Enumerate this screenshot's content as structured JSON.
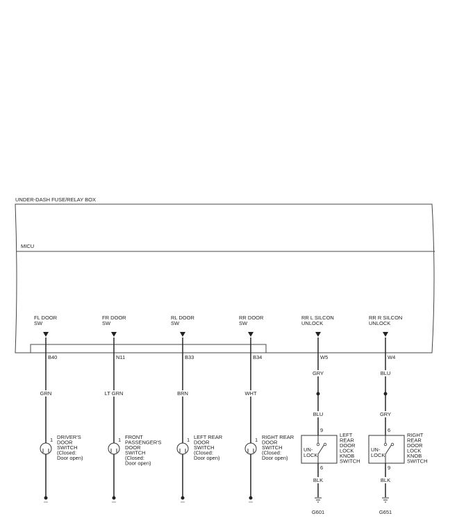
{
  "fuse_box_label": "UNDER-DASH FUSE/RELAY BOX",
  "micu_label": "MICU",
  "switch_circuits": [
    {
      "terminal_name": [
        "FL DOOR",
        "SW"
      ],
      "pin": "B40",
      "wire_color": "GRN",
      "switch_pin": "1",
      "desc": [
        "DRIVER'S",
        "DOOR",
        "SWITCH",
        "(Closed:",
        "Door open)"
      ]
    },
    {
      "terminal_name": [
        "FR DOOR",
        "SW"
      ],
      "pin": "N11",
      "wire_color": "LT GRN",
      "switch_pin": "1",
      "desc": [
        "FRONT",
        "PASSENGER'S",
        "DOOR",
        "SWITCH",
        "(Closed:",
        "Door open)"
      ]
    },
    {
      "terminal_name": [
        "RL DOOR",
        "SW"
      ],
      "pin": "B33",
      "wire_color": "BRN",
      "switch_pin": "1",
      "desc": [
        "LEFT REAR",
        "DOOR",
        "SWITCH",
        "(Closed:",
        "Door open)"
      ]
    },
    {
      "terminal_name": [
        "RR DOOR",
        "SW"
      ],
      "pin": "B34",
      "wire_color": "WHT",
      "switch_pin": "1",
      "desc": [
        "RIGHT REAR",
        "DOOR",
        "SWITCH",
        "(Closed:",
        "Door open)"
      ]
    }
  ],
  "knob_circuits": [
    {
      "terminal_name": [
        "RR L SILCON",
        "UNLOCK"
      ],
      "pin": "W5",
      "wire_color_top": "GRY",
      "wire_color_mid": "BLU",
      "in_pin": "9",
      "out_pin": "6",
      "switch_label": [
        "UN-",
        "LOCK"
      ],
      "desc": [
        "LEFT",
        "REAR",
        "DOOR",
        "LOCK",
        "KNOB",
        "SWITCH"
      ],
      "ground_wire": "BLK",
      "ground_name": "G601"
    },
    {
      "terminal_name": [
        "RR R SILCON",
        "UNLOCK"
      ],
      "pin": "W4",
      "wire_color_top": "BLU",
      "wire_color_mid": "GRY",
      "in_pin": "6",
      "out_pin": "9",
      "switch_label": [
        "UN-",
        "LOCK"
      ],
      "desc": [
        "RIGHT",
        "REAR",
        "DOOR",
        "LOCK",
        "KNOB",
        "SWITCH"
      ],
      "ground_wire": "BLK",
      "ground_name": "G651"
    }
  ]
}
